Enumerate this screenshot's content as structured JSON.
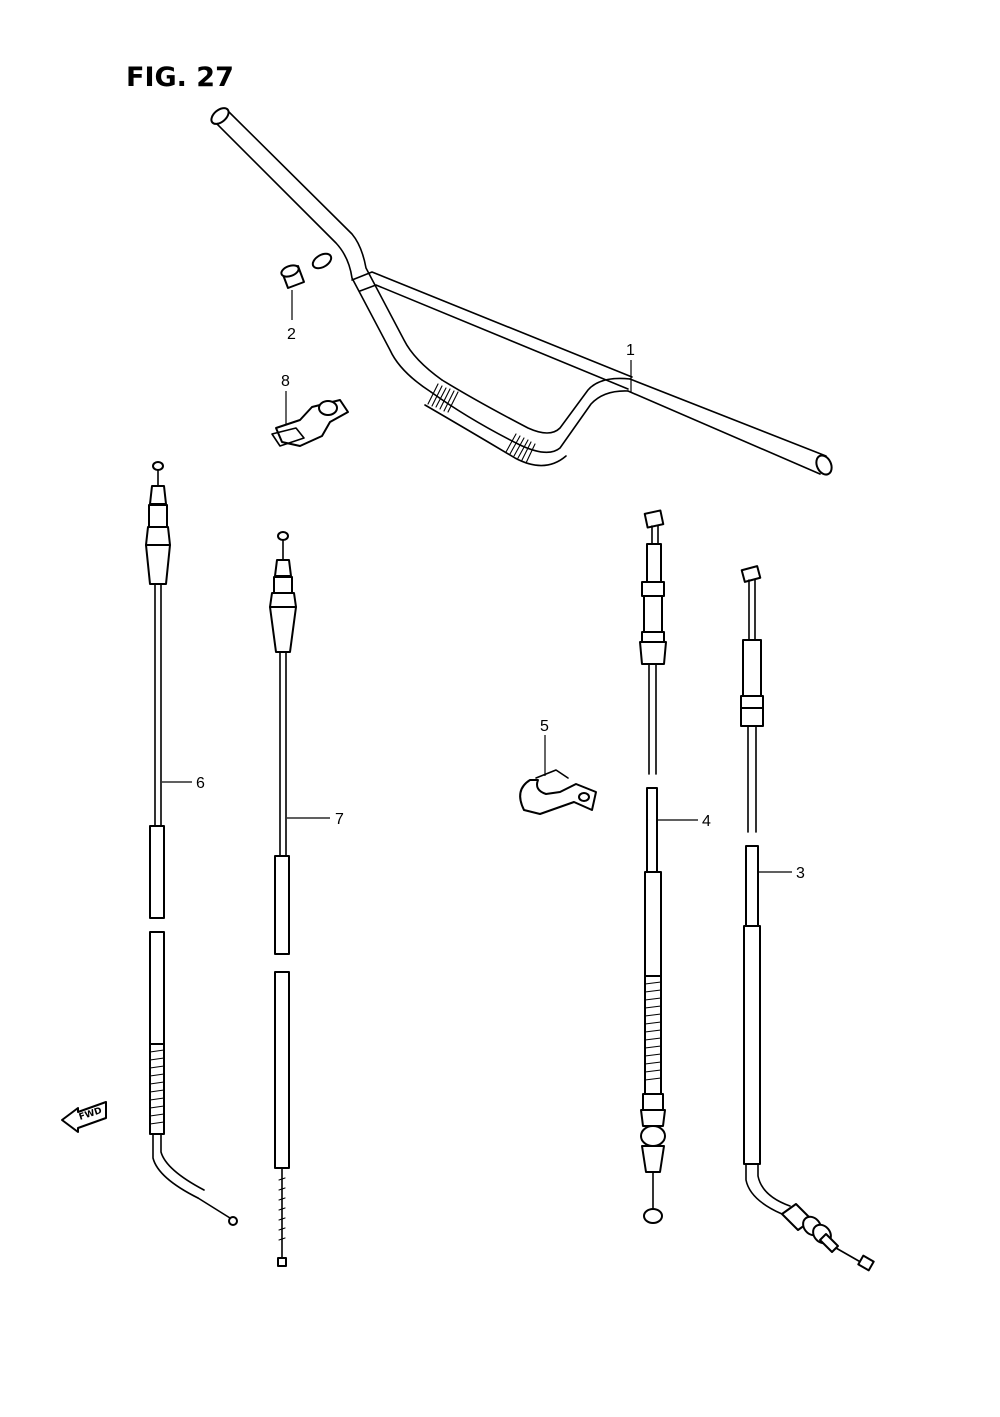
{
  "figure": {
    "title": "FIG. 27",
    "fwd_label": "FWD"
  },
  "parts": [
    {
      "id": "handlebar",
      "number": "1"
    },
    {
      "id": "handlebar-end-plug",
      "number": "2"
    },
    {
      "id": "throttle-cable-lower",
      "number": "3"
    },
    {
      "id": "clutch-cable",
      "number": "4"
    },
    {
      "id": "cable-clamp",
      "number": "5"
    },
    {
      "id": "throttle-cable-no1",
      "number": "6"
    },
    {
      "id": "throttle-cable-no2",
      "number": "7"
    },
    {
      "id": "cable-guide-clamp",
      "number": "8"
    }
  ]
}
